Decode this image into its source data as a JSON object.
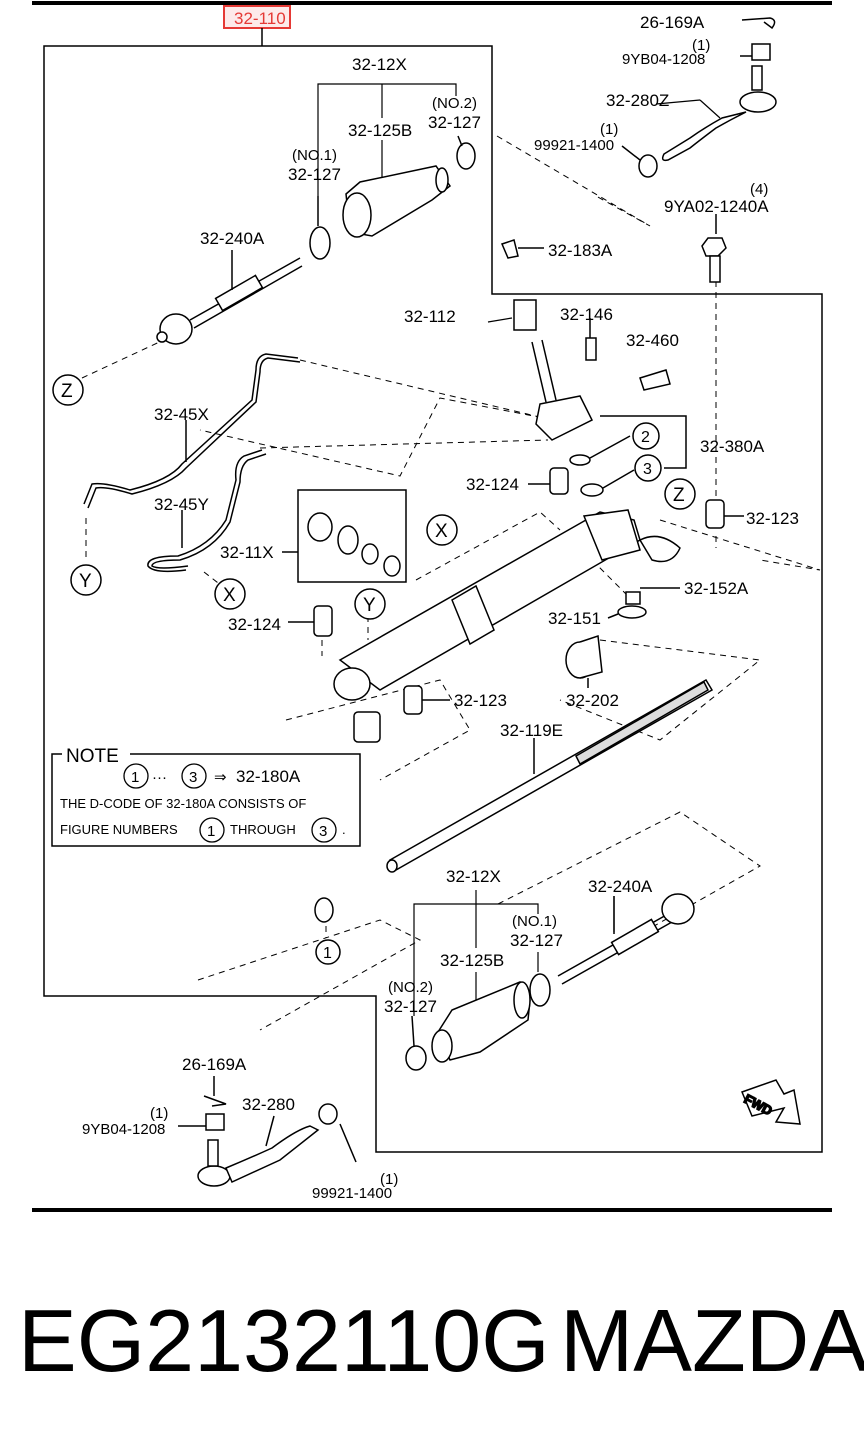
{
  "header_part": {
    "label": "32-110",
    "highlight_color": "#e53935"
  },
  "labels": {
    "l_26169a_top": "26-169A",
    "l_1_top": "(1)",
    "l_9yb04_top": "9YB04-1208",
    "l_3212x_top": "32-12X",
    "l_no2_top": "(NO.2)",
    "l_32127_no2_top": "32-127",
    "l_32125b_top": "32-125B",
    "l_no1_top": "(NO.1)",
    "l_32127_no1_top": "32-127",
    "l_32280z": "32-280Z",
    "l_1_99921_top": "(1)",
    "l_99921_top": "99921-1400",
    "l_4": "(4)",
    "l_9ya02": "9YA02-1240A",
    "l_32240a_top": "32-240A",
    "l_32183a": "32-183A",
    "l_32112": "32-112",
    "l_32146": "32-146",
    "l_32460": "32-460",
    "l_3245x": "32-45X",
    "l_32380a": "32-380A",
    "l_32124_a": "32-124",
    "l_3245y": "32-45Y",
    "l_32123_a": "32-123",
    "l_3211x": "32-11X",
    "l_32152a": "32-152A",
    "l_32124_b": "32-124",
    "l_32151": "32-151",
    "l_32123_b": "32-123",
    "l_32202": "32-202",
    "l_32119e": "32-119E",
    "l_3212x_bot": "32-12X",
    "l_32240a_bot": "32-240A",
    "l_no1_bot": "(NO.1)",
    "l_32127_no1_bot": "32-127",
    "l_32125b_bot": "32-125B",
    "l_no2_bot": "(NO.2)",
    "l_32127_no2_bot": "32-127",
    "l_26169a_bot": "26-169A",
    "l_32280": "32-280",
    "l_1_9yb_bot": "(1)",
    "l_9yb04_bot": "9YB04-1208",
    "l_1_99921_bot": "(1)",
    "l_99921_bot": "99921-1400",
    "fwd": "FWD"
  },
  "markers": {
    "z1": "Z",
    "z2": "Z",
    "y1": "Y",
    "y2": "Y",
    "x1": "X",
    "x2": "X",
    "c1": "1",
    "c2": "2",
    "c3": "3"
  },
  "note": {
    "title": "NOTE",
    "c_first": "1",
    "dots": "···",
    "c_last": "3",
    "arrow": "⇒",
    "target": "32-180A",
    "line2": "THE D-CODE OF  32-180A  CONSISTS OF",
    "line3a": "FIGURE NUMBERS",
    "c_mid1": "1",
    "line3b": "THROUGH",
    "c_mid3": "3",
    "line3c": "."
  },
  "footer": {
    "part_code": "EG2132110G",
    "brand": "MAZDA"
  }
}
